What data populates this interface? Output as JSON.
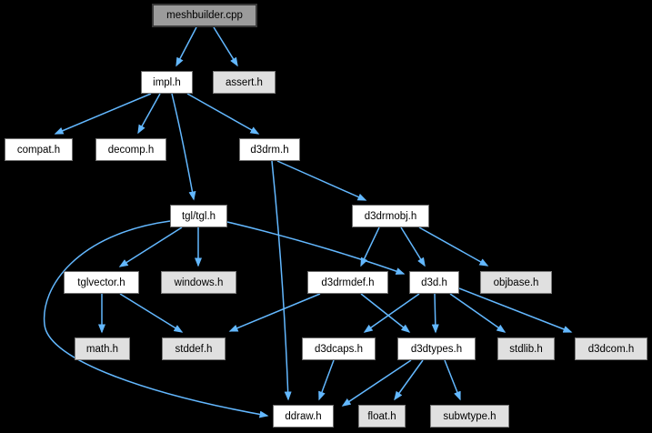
{
  "diagram": {
    "kind": "include-dependency-graph",
    "root_file": "meshbuilder.cpp",
    "colors": {
      "background": "#000000",
      "edge": "#63b8ff",
      "node_internal_fill": "#ffffff",
      "node_external_fill": "#e0e0e0",
      "node_root_fill": "#9b9b9b",
      "node_border": "#6e6e6e",
      "text": "#000000"
    },
    "nodes": [
      {
        "id": "meshbuilder-cpp",
        "label": "meshbuilder.cpp",
        "kind": "root"
      },
      {
        "id": "impl-h",
        "label": "impl.h",
        "kind": "internal"
      },
      {
        "id": "assert-h",
        "label": "assert.h",
        "kind": "external"
      },
      {
        "id": "compat-h",
        "label": "compat.h",
        "kind": "internal"
      },
      {
        "id": "decomp-h",
        "label": "decomp.h",
        "kind": "internal"
      },
      {
        "id": "d3drm-h",
        "label": "d3drm.h",
        "kind": "internal"
      },
      {
        "id": "tgl-tgl-h",
        "label": "tgl/tgl.h",
        "kind": "internal"
      },
      {
        "id": "d3drmobj-h",
        "label": "d3drmobj.h",
        "kind": "internal"
      },
      {
        "id": "tglvector-h",
        "label": "tglvector.h",
        "kind": "internal"
      },
      {
        "id": "windows-h",
        "label": "windows.h",
        "kind": "external"
      },
      {
        "id": "d3drmdef-h",
        "label": "d3drmdef.h",
        "kind": "internal"
      },
      {
        "id": "d3d-h",
        "label": "d3d.h",
        "kind": "internal"
      },
      {
        "id": "objbase-h",
        "label": "objbase.h",
        "kind": "external"
      },
      {
        "id": "math-h",
        "label": "math.h",
        "kind": "external"
      },
      {
        "id": "stddef-h",
        "label": "stddef.h",
        "kind": "external"
      },
      {
        "id": "d3dcaps-h",
        "label": "d3dcaps.h",
        "kind": "internal"
      },
      {
        "id": "d3dtypes-h",
        "label": "d3dtypes.h",
        "kind": "internal"
      },
      {
        "id": "stdlib-h",
        "label": "stdlib.h",
        "kind": "external"
      },
      {
        "id": "d3dcom-h",
        "label": "d3dcom.h",
        "kind": "external"
      },
      {
        "id": "ddraw-h",
        "label": "ddraw.h",
        "kind": "internal"
      },
      {
        "id": "float-h",
        "label": "float.h",
        "kind": "external"
      },
      {
        "id": "subwtype-h",
        "label": "subwtype.h",
        "kind": "external"
      }
    ],
    "edges": [
      {
        "from": "meshbuilder.cpp",
        "to": "impl.h"
      },
      {
        "from": "meshbuilder.cpp",
        "to": "assert.h"
      },
      {
        "from": "impl.h",
        "to": "compat.h"
      },
      {
        "from": "impl.h",
        "to": "decomp.h"
      },
      {
        "from": "impl.h",
        "to": "d3drm.h"
      },
      {
        "from": "impl.h",
        "to": "tgl/tgl.h"
      },
      {
        "from": "d3drm.h",
        "to": "d3drmobj.h"
      },
      {
        "from": "d3drm.h",
        "to": "ddraw.h"
      },
      {
        "from": "tgl/tgl.h",
        "to": "tglvector.h"
      },
      {
        "from": "tgl/tgl.h",
        "to": "windows.h"
      },
      {
        "from": "tgl/tgl.h",
        "to": "d3d.h"
      },
      {
        "from": "tgl/tgl.h",
        "to": "ddraw.h"
      },
      {
        "from": "tglvector.h",
        "to": "math.h"
      },
      {
        "from": "tglvector.h",
        "to": "stddef.h"
      },
      {
        "from": "d3drmobj.h",
        "to": "d3drmdef.h"
      },
      {
        "from": "d3drmobj.h",
        "to": "d3d.h"
      },
      {
        "from": "d3drmobj.h",
        "to": "objbase.h"
      },
      {
        "from": "d3drmdef.h",
        "to": "stddef.h"
      },
      {
        "from": "d3drmdef.h",
        "to": "d3dtypes.h"
      },
      {
        "from": "d3d.h",
        "to": "d3dcaps.h"
      },
      {
        "from": "d3d.h",
        "to": "d3dtypes.h"
      },
      {
        "from": "d3d.h",
        "to": "stdlib.h"
      },
      {
        "from": "d3d.h",
        "to": "d3dcom.h"
      },
      {
        "from": "d3dcaps.h",
        "to": "ddraw.h"
      },
      {
        "from": "d3dtypes.h",
        "to": "ddraw.h"
      },
      {
        "from": "d3dtypes.h",
        "to": "float.h"
      },
      {
        "from": "d3dtypes.h",
        "to": "subwtype.h"
      }
    ]
  }
}
